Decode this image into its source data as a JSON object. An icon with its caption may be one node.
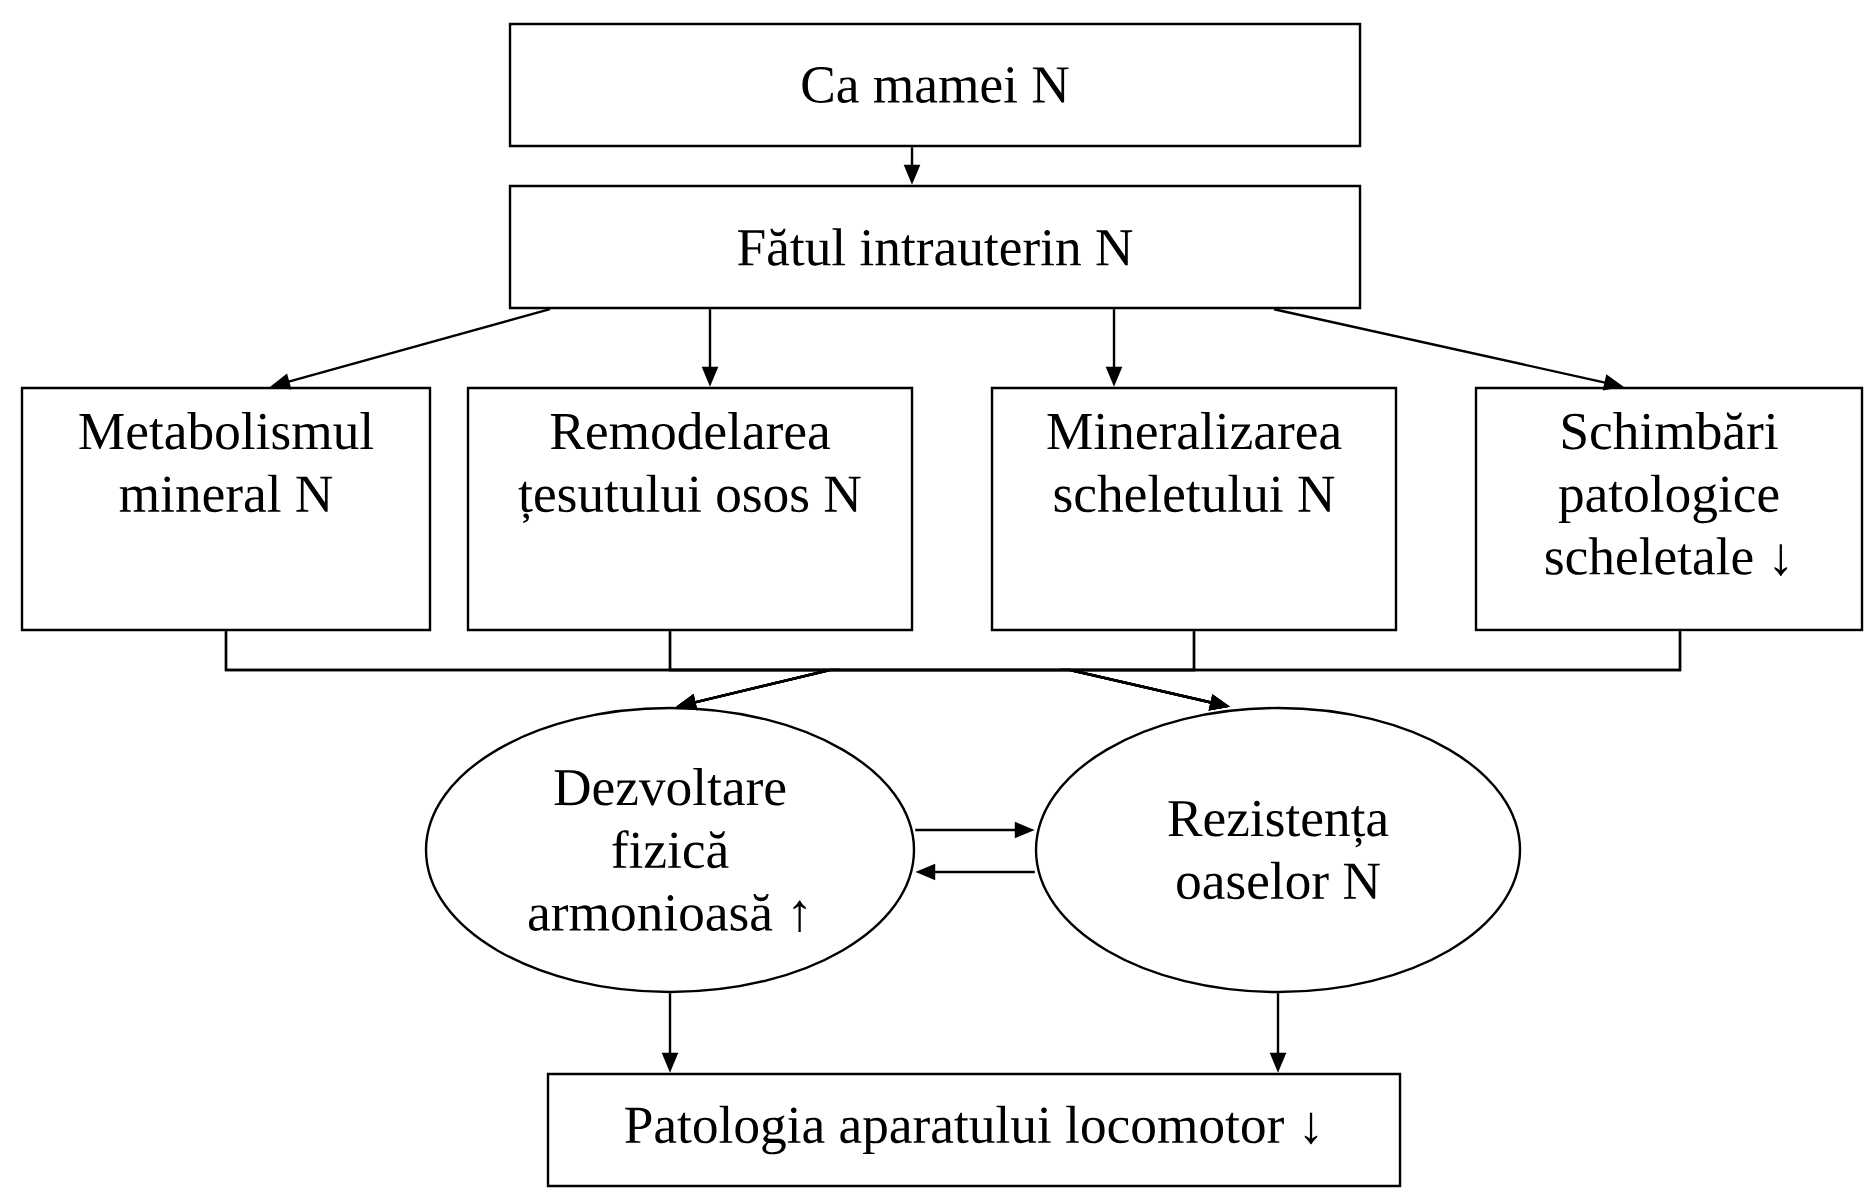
{
  "diagram": {
    "nodes": [
      {
        "text": [
          "Ca mamei N"
        ]
      },
      {
        "text": [
          "Fătul intrauterin N"
        ]
      },
      {
        "text": [
          "Metabolismul mineral N"
        ]
      },
      {
        "text": [
          "Remodelarea țesutului osos N"
        ]
      },
      {
        "text": [
          "Mineralizarea scheletului N"
        ]
      },
      {
        "text": [
          "Schimbări patologice scheletale ↓"
        ]
      },
      {
        "text": [
          "Dezvoltare fizică armonioasă ↑"
        ]
      },
      {
        "text": [
          "Rezistența oaselor N"
        ]
      },
      {
        "text": [
          "Patologia aparatului locomotor ↓"
        ]
      }
    ],
    "edges": [
      {
        "from": 0,
        "to": 1,
        "arrow": "to"
      },
      {
        "from": 1,
        "to": 2,
        "arrow": "to"
      },
      {
        "from": 1,
        "to": 3,
        "arrow": "to"
      },
      {
        "from": 1,
        "to": 4,
        "arrow": "to"
      },
      {
        "from": 1,
        "to": 5,
        "arrow": "to"
      },
      {
        "from": 2,
        "to": 6,
        "arrow": "to"
      },
      {
        "from": 2,
        "to": 7,
        "arrow": "to"
      },
      {
        "from": 3,
        "to": 6,
        "arrow": "to"
      },
      {
        "from": 3,
        "to": 7,
        "arrow": "to"
      },
      {
        "from": 4,
        "to": 6,
        "arrow": "to"
      },
      {
        "from": 4,
        "to": 7,
        "arrow": "to"
      },
      {
        "from": 5,
        "to": 6,
        "arrow": "to"
      },
      {
        "from": 5,
        "to": 7,
        "arrow": "to"
      },
      {
        "from": 6,
        "to": 7,
        "arrow": "to"
      },
      {
        "from": 7,
        "to": 6,
        "arrow": "to"
      },
      {
        "from": 6,
        "to": 8,
        "arrow": "to"
      },
      {
        "from": 7,
        "to": 8,
        "arrow": "to"
      }
    ]
  }
}
